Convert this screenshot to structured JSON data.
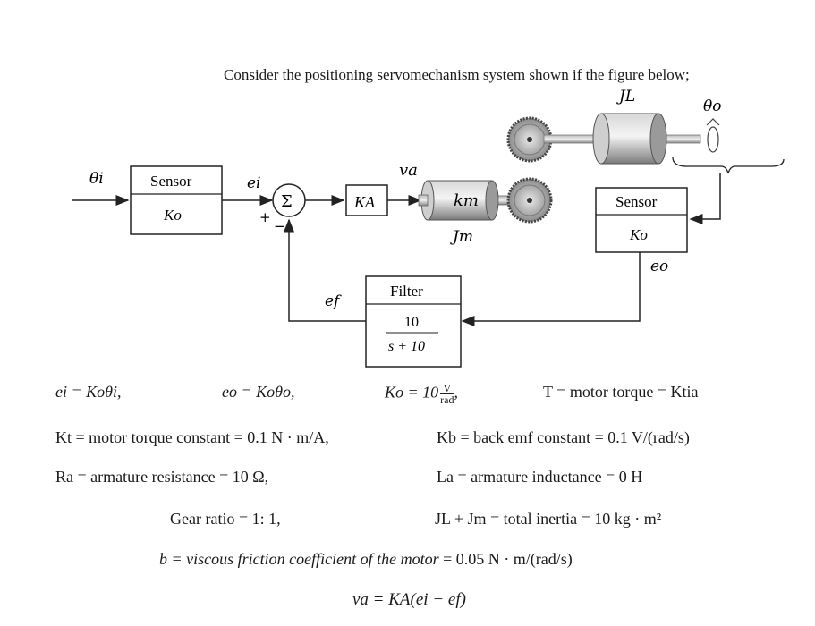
{
  "intro": "Consider the positioning servomechanism system shown if the figure below;",
  "diagram": {
    "input_signal": "θi",
    "sensor_left": {
      "title": "Sensor",
      "gain": "Ko"
    },
    "error_signal": "ei",
    "summing_symbol": "Σ",
    "plus_sign": "+",
    "minus_sign": "−",
    "amplifier": "KA",
    "armature_voltage": "va",
    "motor_constant": "km",
    "motor_inertia": "Jm",
    "load_inertia": "JL",
    "output_angle": "θo",
    "sensor_right": {
      "title": "Sensor",
      "gain": "Ko"
    },
    "output_signal": "eo",
    "filter": {
      "title": "Filter",
      "numerator": "10",
      "denominator": "s + 10"
    },
    "feedback_signal": "ef"
  },
  "equations": {
    "ei": "ei = Koθi,",
    "eo": "eo = Koθo,",
    "ko_prefix": "Ko = 10",
    "ko_num": "V",
    "ko_den": "rad",
    "ko_suffix": ",",
    "torque": "T = motor torque = Ktia",
    "kt": "Kt = motor torque constant = 0.1 N · m/A,",
    "kb": "Kb = back emf constant = 0.1 V/(rad/s)",
    "ra": "Ra = armature resistance = 10 Ω,",
    "la": "La = armature inductance = 0 H",
    "gear": "Gear ratio = 1: 1,",
    "inertia": "JL + Jm = total inertia = 10 kg · m²",
    "friction_prefix": "b = viscous friction coefficient of the motor",
    "friction_suffix": " = 0.05 N · m/(rad/s)",
    "va": "va = KA(ei − ef)"
  }
}
